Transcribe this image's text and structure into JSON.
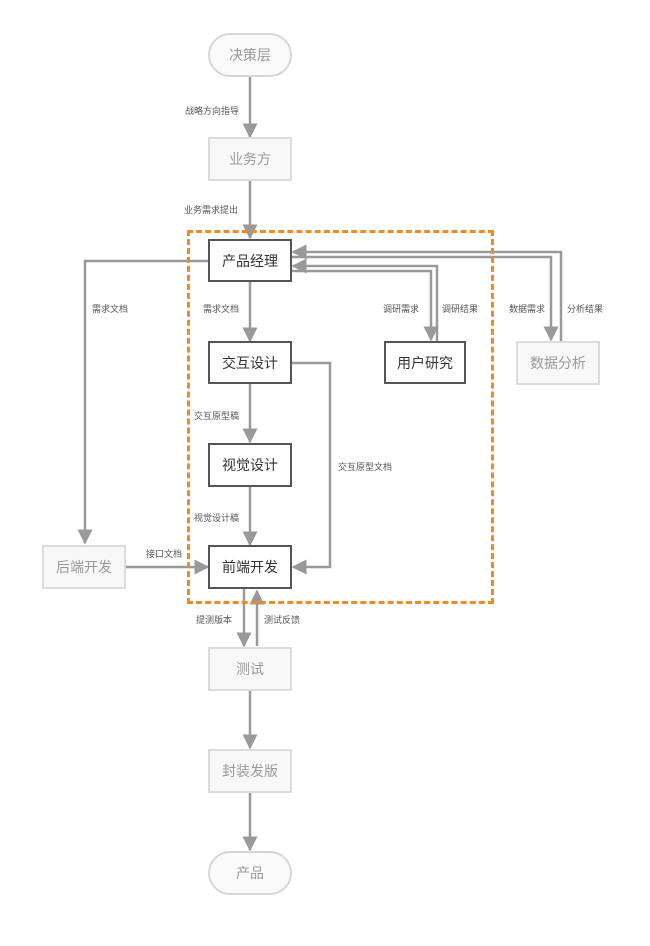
{
  "nodes": {
    "decision": "决策层",
    "business": "业务方",
    "pm": "产品经理",
    "interaction": "交互设计",
    "visual": "视觉设计",
    "frontend": "前端开发",
    "backend": "后端开发",
    "user_research": "用户研究",
    "data_analysis": "数据分析",
    "test": "测试",
    "release": "封装发版",
    "product": "产品"
  },
  "edge_labels": {
    "decision_to_business": "战略方向指导",
    "business_to_pm": "业务需求提出",
    "pm_to_backend": "需求文档",
    "pm_to_interaction": "需求文档",
    "pm_to_user_research": "调研需求",
    "user_research_to_pm": "调研结果",
    "pm_to_data": "数据需求",
    "data_to_pm": "分析结果",
    "interaction_to_visual": "交互原型稿",
    "interaction_to_frontend": "交互原型文档",
    "visual_to_frontend": "视觉设计稿",
    "backend_to_frontend": "接口文档",
    "frontend_to_test": "提测版本",
    "test_to_frontend": "测试反馈"
  },
  "colors": {
    "zone_border": "#f08a24",
    "arrow": "#999999",
    "active_border": "#555555",
    "inactive_border": "#dcdcdc"
  }
}
